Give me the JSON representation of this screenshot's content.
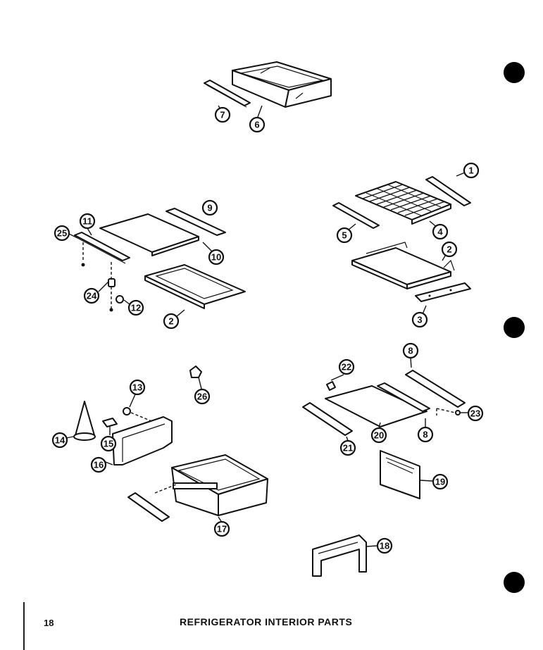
{
  "page": {
    "number": "18",
    "title": "REFRIGERATOR INTERIOR PARTS"
  },
  "callouts": [
    "7",
    "6",
    "1",
    "9",
    "11",
    "25",
    "10",
    "5",
    "4",
    "2",
    "24",
    "12",
    "2",
    "3",
    "8",
    "22",
    "13",
    "26",
    "23",
    "14",
    "15",
    "20",
    "8",
    "21",
    "16",
    "19",
    "17",
    "18"
  ],
  "colors": {
    "ink": "#111111",
    "paper": "#ffffff"
  }
}
